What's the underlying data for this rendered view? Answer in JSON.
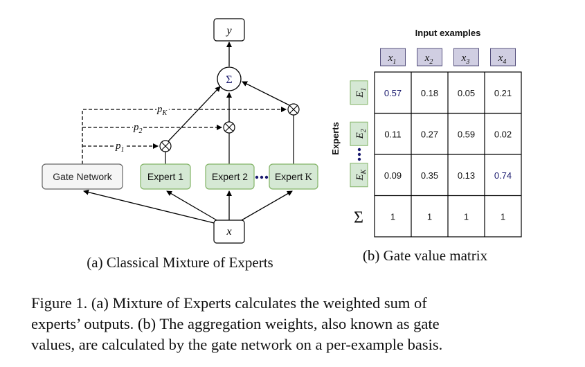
{
  "diagram_a": {
    "output_label": "y",
    "sum_label": "Σ",
    "input_label": "x",
    "gate_label": "Gate Network",
    "experts": [
      "Expert 1",
      "Expert 2",
      "Expert K"
    ],
    "p_labels": {
      "p1": "p",
      "p1_sub": "1",
      "p2": "p",
      "p2_sub": "2",
      "pK": "p",
      "pK_sub": "K"
    },
    "caption": "(a) Classical Mixture of Experts"
  },
  "diagram_b": {
    "title": "Input examples",
    "row_axis": "Experts",
    "columns": [
      {
        "base": "x",
        "sub": "1"
      },
      {
        "base": "x",
        "sub": "2"
      },
      {
        "base": "x",
        "sub": "3"
      },
      {
        "base": "x",
        "sub": "4"
      }
    ],
    "rows": [
      {
        "base": "E",
        "sub": "1",
        "values": [
          "0.57",
          "0.18",
          "0.05",
          "0.21"
        ]
      },
      {
        "base": "E",
        "sub": "2",
        "values": [
          "0.11",
          "0.27",
          "0.59",
          "0.02"
        ]
      },
      {
        "base": "E",
        "sub": "K",
        "values": [
          "0.09",
          "0.35",
          "0.13",
          "0.74"
        ]
      },
      {
        "base": "Σ",
        "sub": "",
        "values": [
          "1",
          "1",
          "1",
          "1"
        ]
      }
    ],
    "caption": "(b) Gate value matrix"
  },
  "figure_caption": {
    "lines": [
      "Figure 1.  (a) Mixture of Experts calculates the weighted sum of",
      "experts’ outputs. (b) The aggregation weights, also known as gate",
      "values, are calculated by the gate network on a per-example basis."
    ]
  },
  "colors": {
    "expert_fill": "#d5e8d4",
    "expert_stroke": "#82b366",
    "gate_fill": "#f5f5f5",
    "gate_stroke": "#666666",
    "header_fill": "#d0cee2",
    "header_stroke": "#56517e",
    "highlight_text": "#1a1a6e"
  }
}
